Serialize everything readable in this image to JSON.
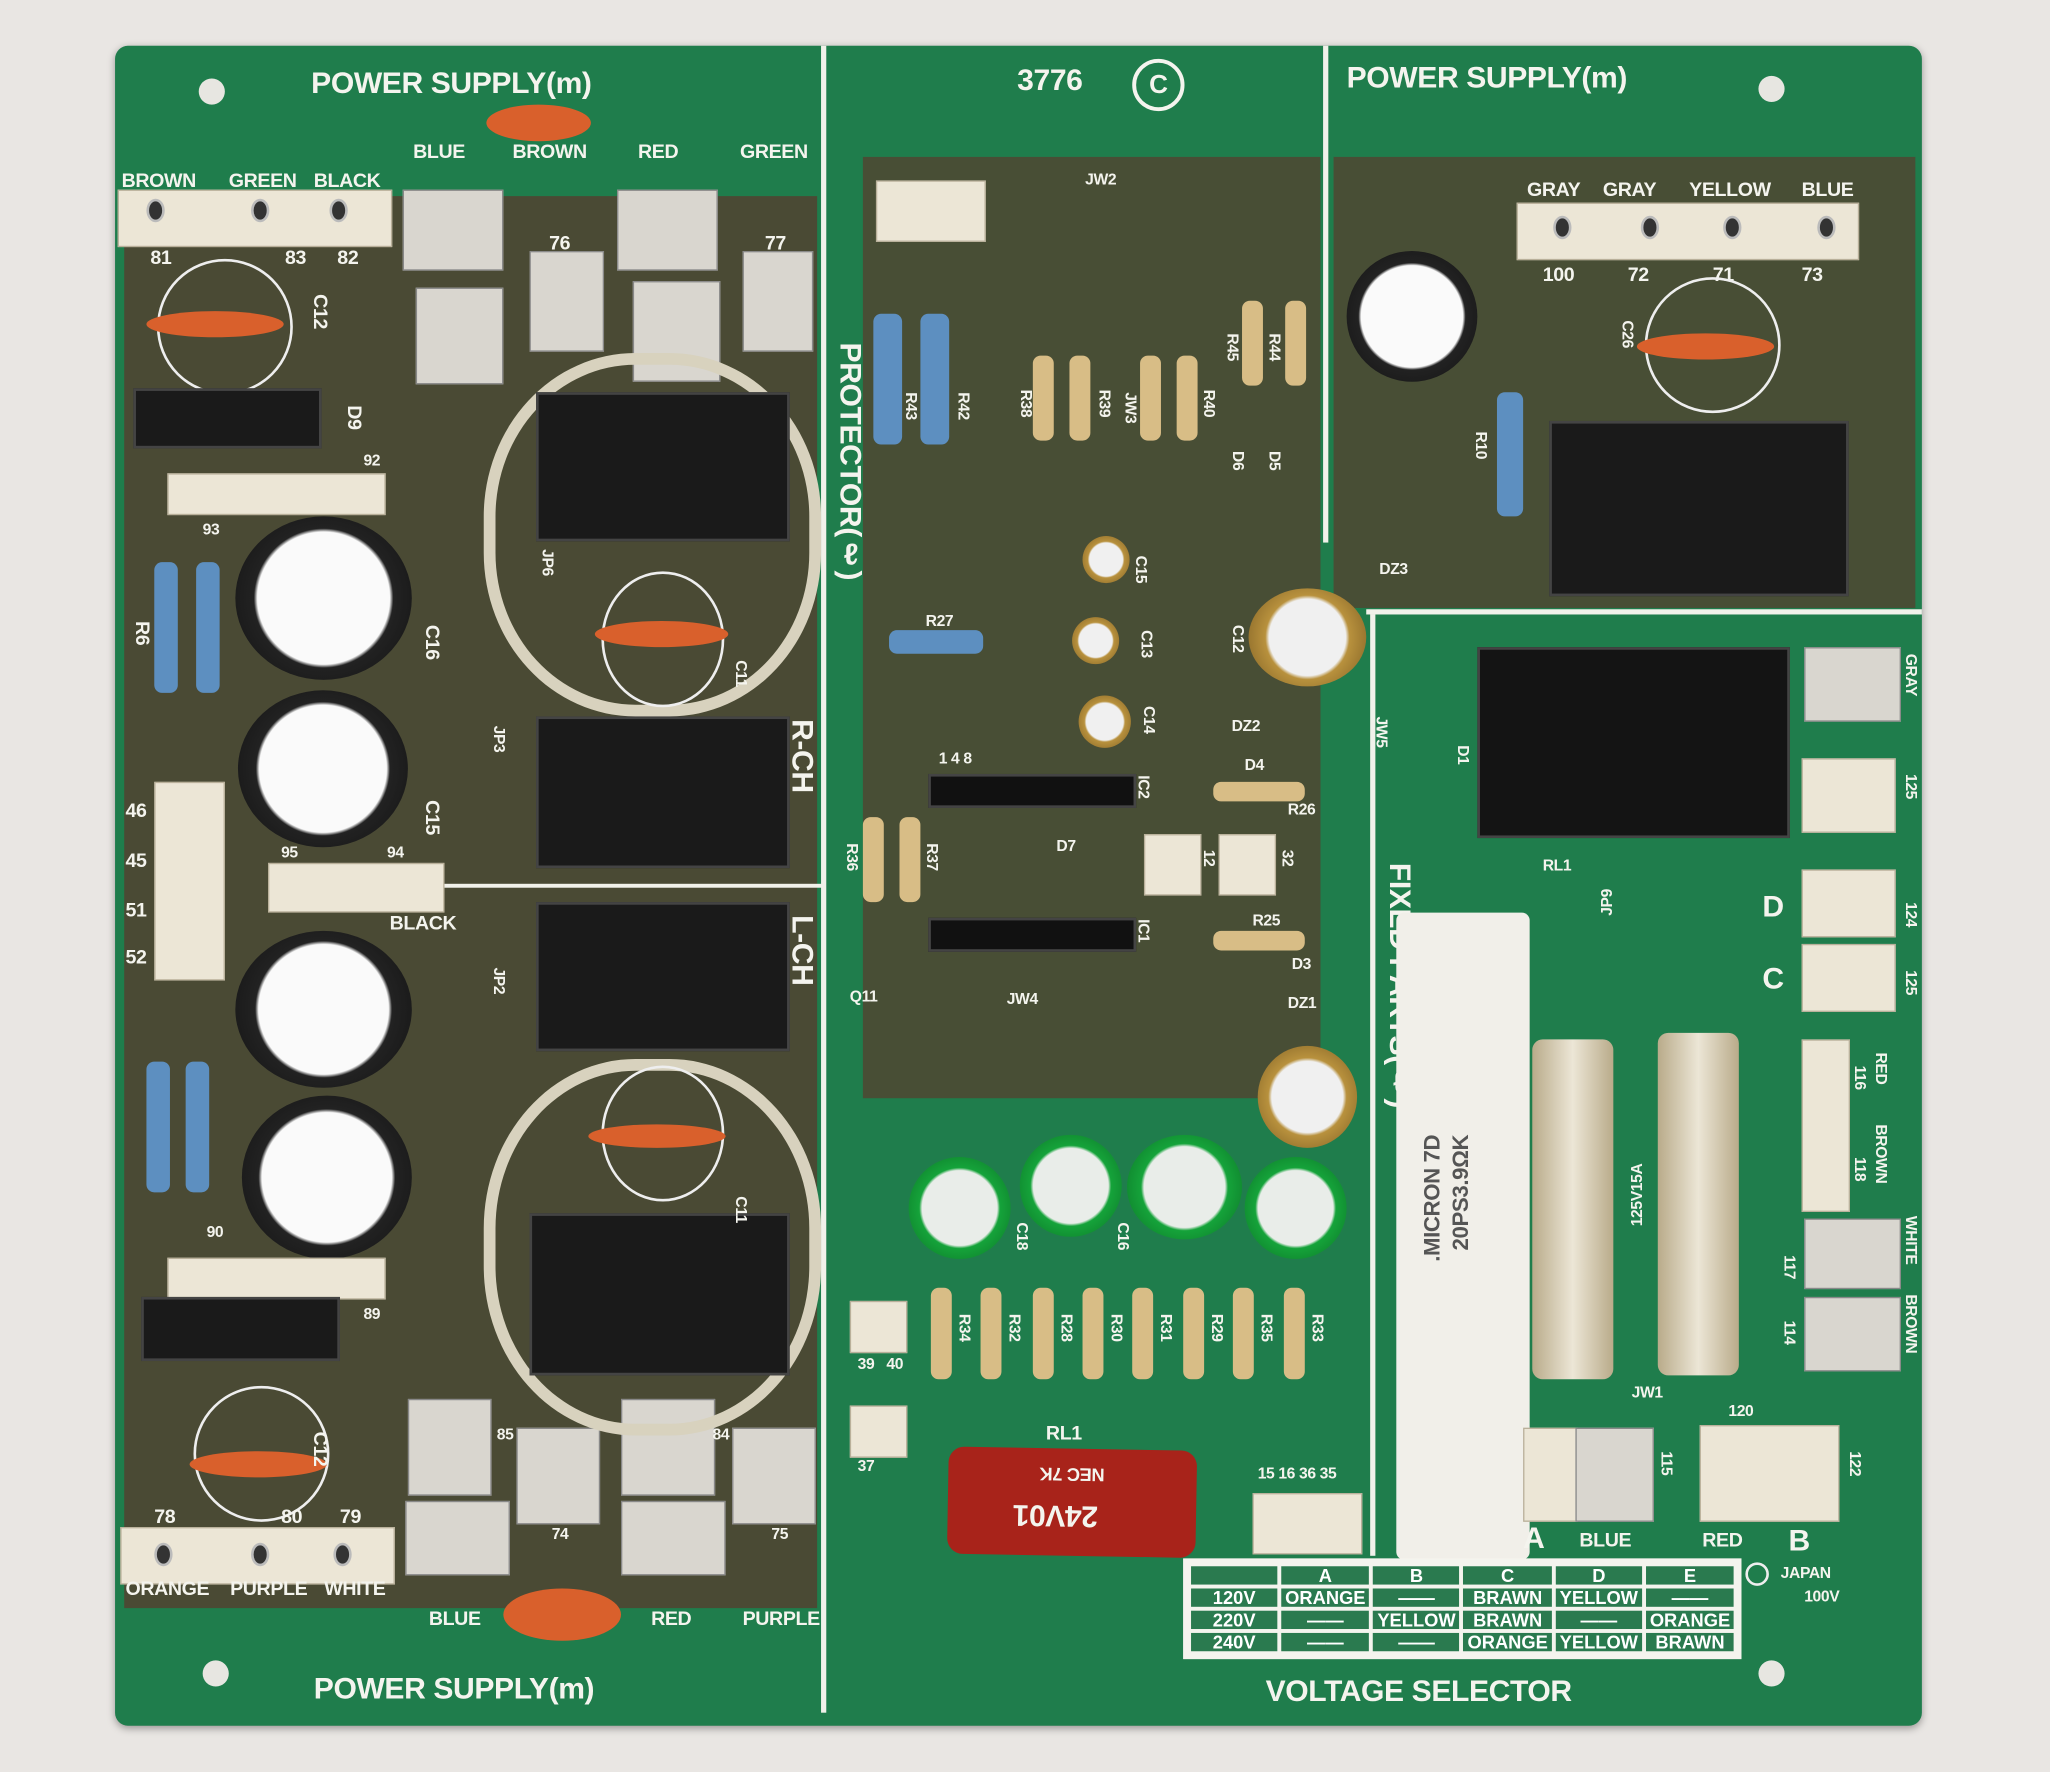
{
  "board": {
    "board_color": "#1f7d4c",
    "titles": {
      "power_supply_top_left": "POWER SUPPLY(m)",
      "power_supply_top_right": "POWER SUPPLY(m)",
      "power_supply_bottom": "POWER SUPPLY(m)",
      "board_number": "3776",
      "copyright": "C",
      "protector": "PROTECTOR(ℓ)",
      "r_ch": "R-CH",
      "l_ch": "L-CH",
      "fixed_parts": "FIXED PARTS(ℓ)"
    },
    "wires_top_left": {
      "labels": [
        "BROWN",
        "GREEN",
        "BLACK"
      ],
      "numbers": [
        "81",
        "83",
        "82"
      ]
    },
    "wires_top_mid": [
      "BLUE",
      "BROWN",
      "RED",
      "GREEN"
    ],
    "wires_top_right": {
      "labels": [
        "GRAY",
        "GRAY",
        "YELLOW",
        "BLUE"
      ],
      "numbers": [
        "100",
        "72",
        "71",
        "73"
      ]
    },
    "wires_bottom_left": {
      "labels": [
        "ORANGE",
        "PURPLE",
        "WHITE"
      ],
      "numbers": [
        "78",
        "80",
        "79"
      ]
    },
    "wires_bottom_mid": [
      "BLUE",
      "RED",
      "PURPLE"
    ],
    "left_pins": [
      "46",
      "45",
      "51",
      "52"
    ],
    "right_side": {
      "gray": "GRAY",
      "n125a": "125",
      "n124": "124",
      "n125b": "125",
      "d": "D",
      "c": "C",
      "red": "RED",
      "n116": "116",
      "brown1": "BROWN",
      "n118": "118",
      "white": "WHITE",
      "n117": "117",
      "brown2": "BROWN",
      "n114": "114",
      "a": "A",
      "blue": "BLUE",
      "red2": "RED",
      "b": "B",
      "n120": "120",
      "n115": "115",
      "n122": "122",
      "japan": "JAPAN",
      "v100": "100V"
    },
    "components": {
      "C12": "C12",
      "D9": "D9",
      "R6": "R6",
      "C16": "C16",
      "C15": "C15",
      "JP6": "JP6",
      "JP3": "JP3",
      "JP2": "JP2",
      "C11": "C11",
      "R42": "R42",
      "R43": "R43",
      "R38": "R38",
      "R39": "R39",
      "R40": "R40",
      "R44": "R44",
      "R45": "R45",
      "JW2": "JW2",
      "JW3": "JW3",
      "JW4": "JW4",
      "JW5": "JW5",
      "JW1": "JW1",
      "D5": "D5",
      "D6": "D6",
      "C15b": "C15",
      "C13": "C13",
      "C14": "C14",
      "R27": "R27",
      "DZ2": "DZ2",
      "D4": "D4",
      "R26": "R26",
      "IC2": "IC2",
      "IC1": "IC1",
      "D7": "D7",
      "R36": "R36",
      "R37": "R37",
      "R25": "R25",
      "D3": "D3",
      "DZ1": "DZ1",
      "C11b": "C11",
      "Q11": "Q11",
      "R34": "R34",
      "R32": "R32",
      "R28": "R28",
      "R30": "R30",
      "R31": "R31",
      "R29": "R29",
      "R35": "R35",
      "R33": "R33",
      "C18": "C18",
      "C16b": "C16",
      "DZ3": "DZ3",
      "R10": "R10",
      "C26": "C26",
      "C12b": "C12",
      "D1": "D1",
      "JP9": "JP9",
      "RL1a": "RL1",
      "RL1b": "RL1",
      "black": "BLACK",
      "n95": "95",
      "n94": "94",
      "n93": "93",
      "n92": "92",
      "n90": "90",
      "n89": "89",
      "n76": "76",
      "n77": "77",
      "n85": "85",
      "n74": "74",
      "n84": "84",
      "n75": "75",
      "n12": "12",
      "n32": "32",
      "n39": "39",
      "n40": "40",
      "n37": "37",
      "conn": "15 16 36 35",
      "ic_pins": "1 4 8"
    },
    "relay_marking": {
      "model": "24V01",
      "brand": "NEC 7K"
    },
    "power_resistor": {
      "line1": "20PS3.9ΩK",
      "line2": ".MICRON 7D"
    },
    "fuse_rating": "125V15A"
  },
  "voltage_selector": {
    "title": "VOLTAGE SELECTOR",
    "columns": [
      "",
      "A",
      "B",
      "C",
      "D",
      "E"
    ],
    "rows": [
      [
        "120V",
        "ORANGE",
        "——",
        "BRAWN",
        "YELLOW",
        "——"
      ],
      [
        "220V",
        "——",
        "YELLOW",
        "BRAWN",
        "——",
        "ORANGE"
      ],
      [
        "240V",
        "——",
        "——",
        "ORANGE",
        "YELLOW",
        "BRAWN"
      ]
    ]
  }
}
